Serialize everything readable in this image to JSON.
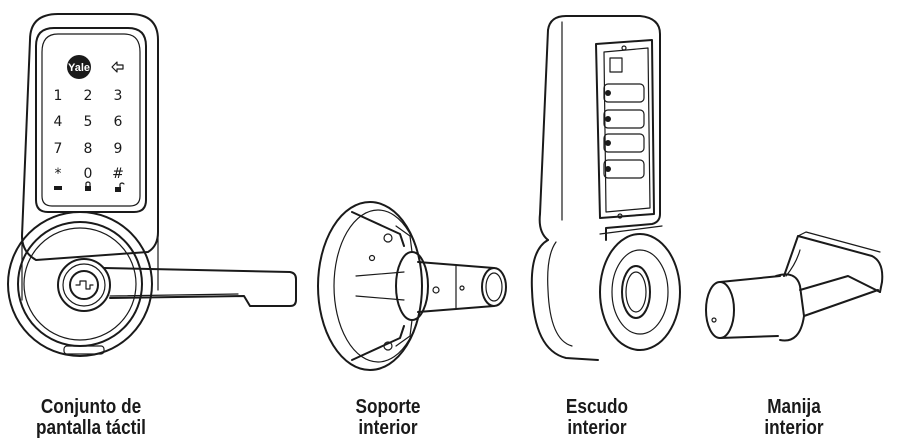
{
  "keypad": {
    "logo": "Yale",
    "keys": [
      "1",
      "2",
      "3",
      "4",
      "5",
      "6",
      "7",
      "8",
      "9",
      "*",
      "0",
      "#"
    ],
    "icons": [
      "back-arrow-icon",
      "battery-icon",
      "lock-icon",
      "unlock-icon"
    ]
  },
  "labels": {
    "keypad": {
      "line1": "Conjunto de",
      "line2": "pantalla táctil"
    },
    "support": {
      "line1": "Soporte",
      "line2": "interior"
    },
    "escutcheon": {
      "line1": "Escudo",
      "line2": "interior"
    },
    "handle": {
      "line1": "Manija",
      "line2": "interior"
    }
  }
}
